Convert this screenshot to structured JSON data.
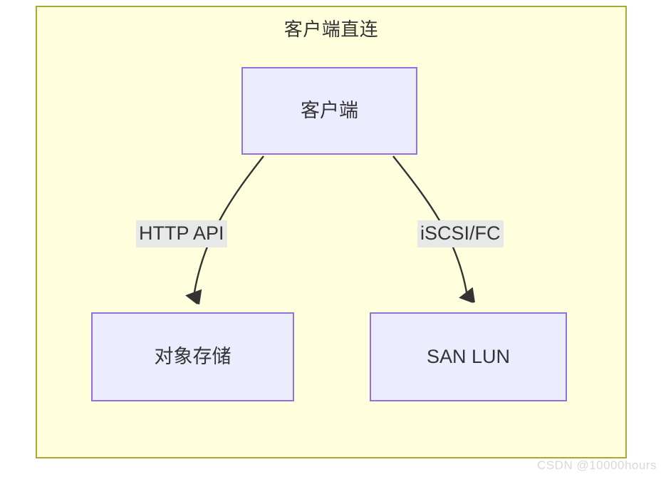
{
  "diagram": {
    "type": "flowchart",
    "watermark": "CSDN @10000hours",
    "subgraph": {
      "title": "客户端直连",
      "fill_color": "#ffffde",
      "border_color": "#aaaa33"
    },
    "node_style": {
      "fill_color": "#ececff",
      "border_color": "#9370db",
      "text_color": "#333333"
    },
    "edge_style": {
      "line_color": "#333333",
      "label_bg_color": "#e8e8e8"
    },
    "nodes": [
      {
        "id": "client",
        "label": "客户端"
      },
      {
        "id": "object-storage",
        "label": "对象存储"
      },
      {
        "id": "san-lun",
        "label": "SAN LUN"
      }
    ],
    "edges": [
      {
        "id": "client-to-object-storage",
        "from": "client",
        "to": "object-storage",
        "label": "HTTP API"
      },
      {
        "id": "client-to-san-lun",
        "from": "client",
        "to": "san-lun",
        "label": "iSCSI/FC"
      }
    ]
  }
}
